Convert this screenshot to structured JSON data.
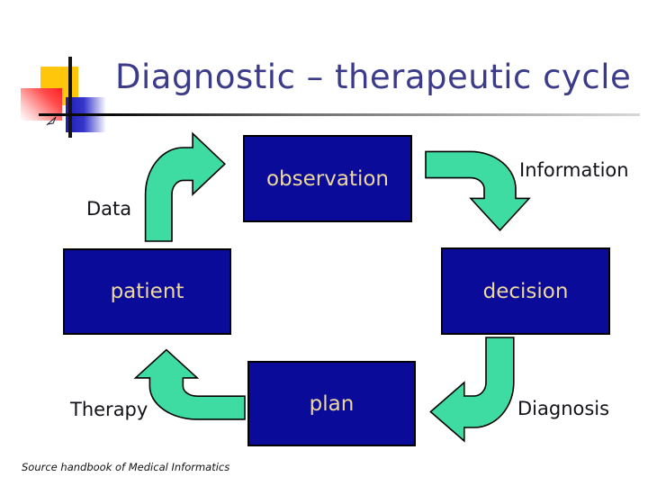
{
  "slide": {
    "title": "Diagnostic – therapeutic cycle",
    "source_note": "Source handbook of Medical Informatics"
  },
  "diagram": {
    "boxes": [
      {
        "id": "observation",
        "label": "observation"
      },
      {
        "id": "patient",
        "label": "patient"
      },
      {
        "id": "decision",
        "label": "decision"
      },
      {
        "id": "plan",
        "label": "plan"
      }
    ],
    "flow_labels": [
      {
        "id": "data",
        "text": "Data"
      },
      {
        "id": "information",
        "text": "Information"
      },
      {
        "id": "therapy",
        "text": "Therapy"
      },
      {
        "id": "diagnosis",
        "text": "Diagnosis"
      }
    ],
    "arrows": [
      {
        "id": "patient-to-observation",
        "direction": "up-then-right"
      },
      {
        "id": "observation-to-decision",
        "direction": "right-then-down"
      },
      {
        "id": "decision-to-plan",
        "direction": "down-then-left"
      },
      {
        "id": "plan-to-patient",
        "direction": "left-then-up"
      }
    ]
  },
  "colors": {
    "title": "#3B3B8A",
    "box_fill": "#0B0B99",
    "box_text": "#EDD89E",
    "arrow_fill": "#3EDCA2",
    "label_text": "#121218",
    "logo_yellow": "#FFC60B",
    "logo_red": "#FF2020",
    "logo_blue": "#1D1DB4"
  }
}
